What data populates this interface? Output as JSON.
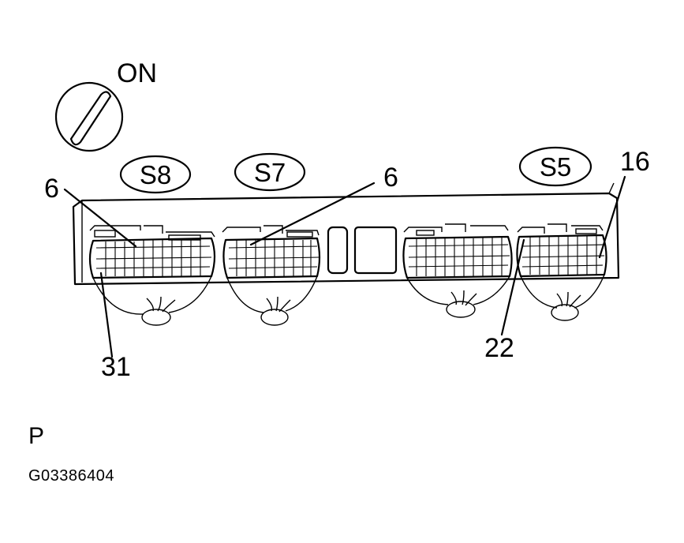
{
  "ignition": {
    "label": "ON"
  },
  "connectors": [
    {
      "name": "S8"
    },
    {
      "name": "S7"
    },
    {
      "name": "S5"
    }
  ],
  "pins": {
    "s8_top": "6",
    "s8_bottom": "31",
    "s7_top": "6",
    "s5_bottom": "22",
    "s5_top": "16"
  },
  "caption": {
    "letter": "P",
    "code": "G03386404"
  }
}
